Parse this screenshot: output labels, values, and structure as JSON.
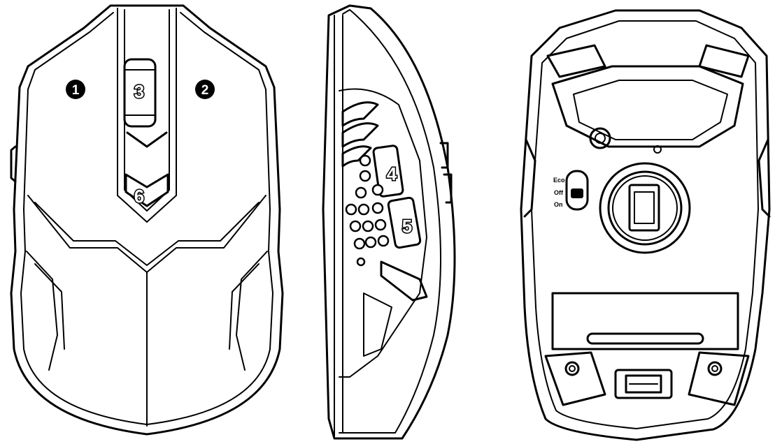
{
  "views": {
    "top": {
      "callouts": [
        "1",
        "2",
        "3",
        "6"
      ]
    },
    "side": {
      "callouts": [
        "4",
        "5"
      ]
    },
    "bottom": {
      "switch_labels": [
        "Eco",
        "Off",
        "On"
      ]
    }
  }
}
